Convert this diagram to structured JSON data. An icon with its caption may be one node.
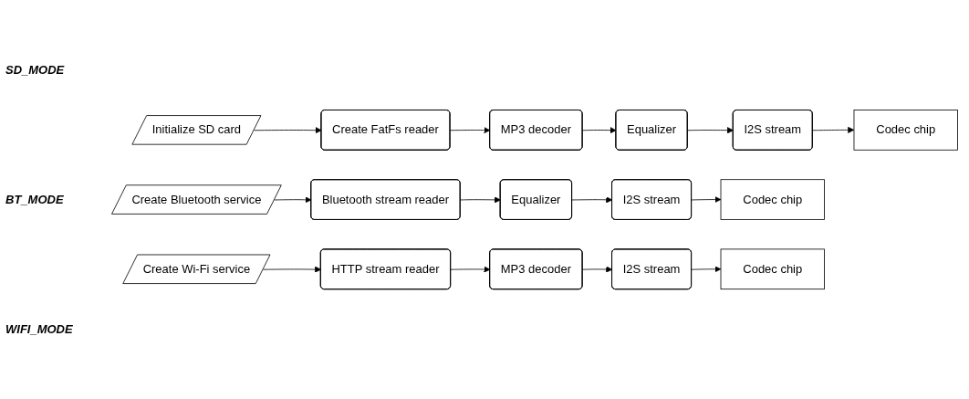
{
  "diagram": {
    "nodes": [
      {
        "text": [
          "Initialize SD card"
        ]
      },
      {
        "text": [
          "Create FatFs reader"
        ]
      },
      {
        "text": [
          "MP3 decoder"
        ]
      },
      {
        "text": [
          "Equalizer"
        ]
      },
      {
        "text": [
          "I2S stream"
        ]
      },
      {
        "text": [
          "Codec chip"
        ]
      },
      {
        "text": [
          "Create Bluetooth service"
        ]
      },
      {
        "text": [
          "Bluetooth stream reader"
        ]
      },
      {
        "text": [
          "Equalizer"
        ]
      },
      {
        "text": [
          "I2S stream"
        ]
      },
      {
        "text": [
          "Codec chip"
        ]
      },
      {
        "text": [
          "Create Wi-Fi service"
        ]
      },
      {
        "text": [
          "HTTP stream reader"
        ]
      },
      {
        "text": [
          "MP3 decoder"
        ]
      },
      {
        "text": [
          "I2S stream"
        ]
      },
      {
        "text": [
          "Codec chip"
        ]
      }
    ],
    "edges": [
      {
        "from": 0,
        "to": 1,
        "arrow": "to"
      },
      {
        "from": 1,
        "to": 2,
        "arrow": "to"
      },
      {
        "from": 2,
        "to": 3,
        "arrow": "to"
      },
      {
        "from": 3,
        "to": 4,
        "arrow": "to"
      },
      {
        "from": 4,
        "to": 5,
        "arrow": "to"
      },
      {
        "from": 6,
        "to": 7,
        "arrow": "to"
      },
      {
        "from": 7,
        "to": 8,
        "arrow": "to"
      },
      {
        "from": 8,
        "to": 9,
        "arrow": "to"
      },
      {
        "from": 9,
        "to": 10,
        "arrow": "to"
      },
      {
        "from": 11,
        "to": 12,
        "arrow": "to"
      },
      {
        "from": 12,
        "to": 13,
        "arrow": "to"
      },
      {
        "from": 13,
        "to": 14,
        "arrow": "to"
      },
      {
        "from": 14,
        "to": 15,
        "arrow": "to"
      }
    ],
    "labels": [
      "SD_MODE",
      "BT_MODE",
      "WIFI_MODE"
    ]
  }
}
